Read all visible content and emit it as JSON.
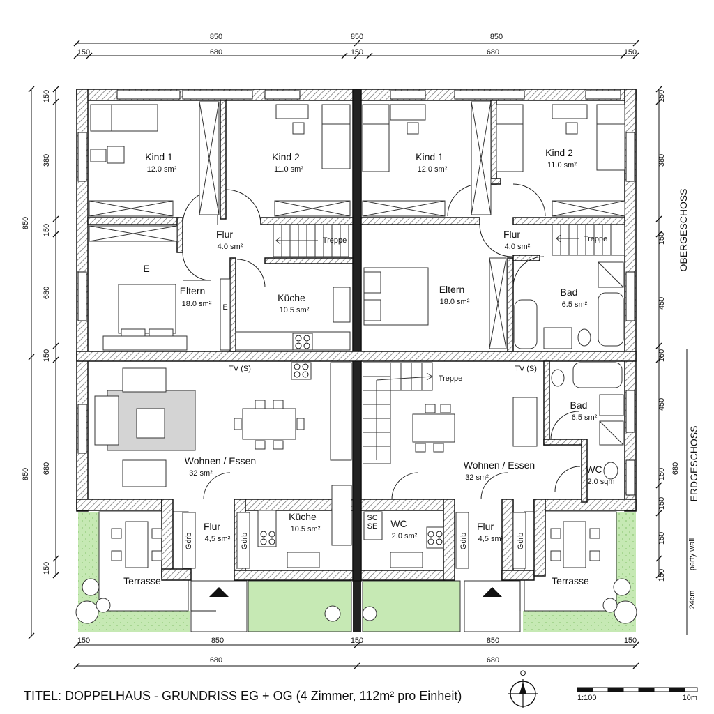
{
  "title": "TITEL: DOPPELHAUS - GRUNDRISS EG + OG (4 Zimmer, 112m² pro Einheit)",
  "compass_label": "O",
  "scale": {
    "left": "1:100",
    "right": "10m"
  },
  "floor_labels": {
    "upper": "OBERGESCHOSS",
    "ground": "ERDGESCHOSS"
  },
  "party_wall": {
    "label": "party wall",
    "thickness": "24cm"
  },
  "dims": {
    "top_outer": [
      "850",
      "850",
      "850"
    ],
    "top_inner": [
      "150",
      "680",
      "150",
      "680",
      "150"
    ],
    "bottom_inner": [
      "150",
      "850",
      "150",
      "850",
      "150"
    ],
    "bottom_outer": [
      "680",
      "680"
    ],
    "left_outer": [
      "850",
      "850"
    ],
    "left_inner": [
      "150",
      "380",
      "150",
      "680",
      "150",
      "680",
      "150"
    ],
    "right_inner": [
      "150",
      "380",
      "150",
      "450",
      "150",
      "450",
      "150",
      "150",
      "150",
      "150"
    ],
    "right_outer": [
      "680"
    ]
  },
  "rooms": {
    "kind1_l": {
      "name": "Kind 1",
      "area": "12.0 sm²"
    },
    "kind2_l": {
      "name": "Kind 2",
      "area": "11.0 sm²"
    },
    "kind1_r": {
      "name": "Kind 1",
      "area": "12.0 sm²"
    },
    "kind2_r": {
      "name": "Kind 2",
      "area": "11.0 sm²"
    },
    "flur_og_l": {
      "name": "Flur",
      "area": "4.0 sm²"
    },
    "flur_og_r": {
      "name": "Flur",
      "area": "4.0 sm²"
    },
    "eltern_l": {
      "name": "Eltern",
      "area": "18.0 sm²"
    },
    "eltern_r": {
      "name": "Eltern",
      "area": "18.0 sm²"
    },
    "kueche_og_l": {
      "name": "Küche",
      "area": "10.5 sm²"
    },
    "bad_og_r": {
      "name": "Bad",
      "area": "6.5 sm²"
    },
    "wohnen_l": {
      "name": "Wohnen / Essen",
      "area": "32 sm²"
    },
    "wohnen_r": {
      "name": "Wohnen / Essen",
      "area": "32 sm²"
    },
    "kueche_eg_l": {
      "name": "Küche",
      "area": "10.5 sm²"
    },
    "flur_eg_l": {
      "name": "Flur",
      "area": "4,5 sm²"
    },
    "flur_eg_r": {
      "name": "Flur",
      "area": "4,5 sm²"
    },
    "wc_eg_r": {
      "name": "WC",
      "area": "2.0 sm²"
    },
    "bad_eg_r": {
      "name": "Bad",
      "area": "6.5 sm²"
    },
    "wc_small_r": {
      "name": "WC",
      "area": "2.0 sqm"
    },
    "terrasse_l": {
      "name": "Terrasse"
    },
    "terrasse_r": {
      "name": "Terrasse"
    }
  },
  "labels": {
    "treppe": "Treppe",
    "tv": "TV (S)",
    "garderobe": "Gdrb",
    "e": "E",
    "sc": "SC",
    "se": "SE"
  },
  "colors": {
    "wall": "#111111",
    "wall_hatch": "#777777",
    "lawn": "#c6e9b4",
    "rug": "#d4d4d4"
  }
}
